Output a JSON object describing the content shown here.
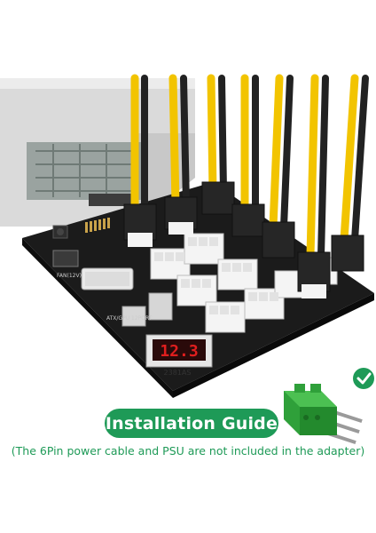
{
  "banner": {
    "title": "Installation Guide"
  },
  "subtitle": "(The 6Pin power cable and PSU are not included in the adapter)",
  "board": {
    "display_value": "12.3",
    "chip_label": "2381AS",
    "fan_label": "FAN(12V)",
    "product_label": "ATX/GPU 12PORT"
  },
  "colors": {
    "accent_green": "#1e9a57",
    "board_black": "#1b1b1b",
    "cable_yellow": "#f2c400",
    "cable_black": "#222222",
    "connector_white": "#f4f4f4",
    "psu_silver": "#d9d9d9",
    "display_red": "#e01e1e"
  },
  "icons": {
    "check": "check-icon",
    "terminal": "green-terminal-block-icon"
  }
}
